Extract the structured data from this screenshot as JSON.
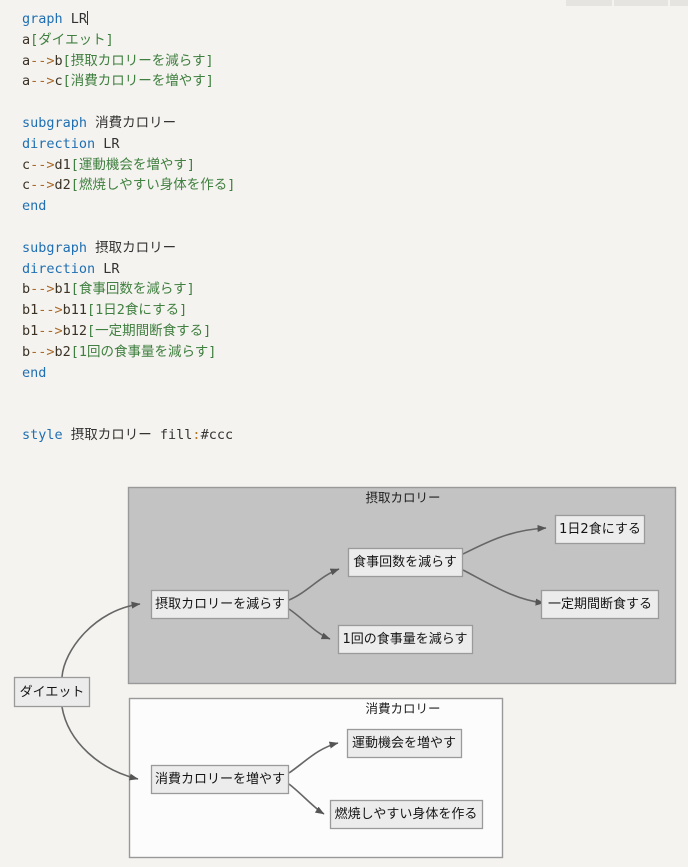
{
  "editor": {
    "lines": [
      {
        "tokens": [
          {
            "t": "kw",
            "v": "graph"
          },
          {
            "t": "plain",
            "v": " LR"
          },
          {
            "t": "caret",
            "v": ""
          }
        ]
      },
      {
        "tokens": [
          {
            "t": "id",
            "v": "a"
          },
          {
            "t": "lbl",
            "v": "[ダイエット]"
          }
        ]
      },
      {
        "tokens": [
          {
            "t": "id",
            "v": "a"
          },
          {
            "t": "arr",
            "v": "-->"
          },
          {
            "t": "id",
            "v": "b"
          },
          {
            "t": "lbl",
            "v": "[摂取カロリーを減らす]"
          }
        ]
      },
      {
        "tokens": [
          {
            "t": "id",
            "v": "a"
          },
          {
            "t": "arr",
            "v": "-->"
          },
          {
            "t": "id",
            "v": "c"
          },
          {
            "t": "lbl",
            "v": "[消費カロリーを増やす]"
          }
        ]
      },
      {
        "tokens": []
      },
      {
        "tokens": [
          {
            "t": "kw",
            "v": "subgraph"
          },
          {
            "t": "plain",
            "v": " 消費カロリー"
          }
        ]
      },
      {
        "tokens": [
          {
            "t": "kw",
            "v": "direction"
          },
          {
            "t": "plain",
            "v": " LR"
          }
        ]
      },
      {
        "tokens": [
          {
            "t": "id",
            "v": "c"
          },
          {
            "t": "arr",
            "v": "-->"
          },
          {
            "t": "id",
            "v": "d1"
          },
          {
            "t": "lbl",
            "v": "[運動機会を増やす]"
          }
        ]
      },
      {
        "tokens": [
          {
            "t": "id",
            "v": "c"
          },
          {
            "t": "arr",
            "v": "-->"
          },
          {
            "t": "id",
            "v": "d2"
          },
          {
            "t": "lbl",
            "v": "[燃焼しやすい身体を作る]"
          }
        ]
      },
      {
        "tokens": [
          {
            "t": "kw",
            "v": "end"
          }
        ]
      },
      {
        "tokens": []
      },
      {
        "tokens": [
          {
            "t": "kw",
            "v": "subgraph"
          },
          {
            "t": "plain",
            "v": " 摂取カロリー"
          }
        ]
      },
      {
        "tokens": [
          {
            "t": "kw",
            "v": "direction"
          },
          {
            "t": "plain",
            "v": " LR"
          }
        ]
      },
      {
        "tokens": [
          {
            "t": "id",
            "v": "b"
          },
          {
            "t": "arr",
            "v": "-->"
          },
          {
            "t": "id",
            "v": "b1"
          },
          {
            "t": "lbl",
            "v": "[食事回数を減らす]"
          }
        ]
      },
      {
        "tokens": [
          {
            "t": "id",
            "v": "b1"
          },
          {
            "t": "arr",
            "v": "-->"
          },
          {
            "t": "id",
            "v": "b11"
          },
          {
            "t": "lbl",
            "v": "[1日2食にする]"
          }
        ]
      },
      {
        "tokens": [
          {
            "t": "id",
            "v": "b1"
          },
          {
            "t": "arr",
            "v": "-->"
          },
          {
            "t": "id",
            "v": "b12"
          },
          {
            "t": "lbl",
            "v": "[一定期間断食する]"
          }
        ]
      },
      {
        "tokens": [
          {
            "t": "id",
            "v": "b"
          },
          {
            "t": "arr",
            "v": "-->"
          },
          {
            "t": "id",
            "v": "b2"
          },
          {
            "t": "lbl",
            "v": "[1回の食事量を減らす]"
          }
        ]
      },
      {
        "tokens": [
          {
            "t": "kw",
            "v": "end"
          }
        ]
      },
      {
        "tokens": []
      },
      {
        "tokens": []
      },
      {
        "tokens": [
          {
            "t": "kw",
            "v": "style"
          },
          {
            "t": "plain",
            "v": " 摂取カロリー fill"
          },
          {
            "t": "punc",
            "v": ":"
          },
          {
            "t": "plain",
            "v": "#ccc"
          }
        ]
      }
    ]
  },
  "diagram": {
    "clusters": [
      {
        "id": "intake",
        "title": "摂取カロリー",
        "fill": "#c3c3c3"
      },
      {
        "id": "burn",
        "title": "消費カロリー",
        "fill": "#fcfcfc"
      }
    ],
    "nodes": [
      {
        "id": "a",
        "label": "ダイエット"
      },
      {
        "id": "b",
        "label": "摂取カロリーを減らす"
      },
      {
        "id": "b1",
        "label": "食事回数を減らす"
      },
      {
        "id": "b11",
        "label": "1日2食にする"
      },
      {
        "id": "b12",
        "label": "一定期間断食する"
      },
      {
        "id": "b2",
        "label": "1回の食事量を減らす"
      },
      {
        "id": "c",
        "label": "消費カロリーを増やす"
      },
      {
        "id": "d1",
        "label": "運動機会を増やす"
      },
      {
        "id": "d2",
        "label": "燃焼しやすい身体を作る"
      }
    ],
    "edges": [
      {
        "from": "a",
        "to": "b"
      },
      {
        "from": "a",
        "to": "c"
      },
      {
        "from": "b",
        "to": "b1"
      },
      {
        "from": "b1",
        "to": "b11"
      },
      {
        "from": "b1",
        "to": "b12"
      },
      {
        "from": "b",
        "to": "b2"
      },
      {
        "from": "c",
        "to": "d1"
      },
      {
        "from": "c",
        "to": "d2"
      }
    ]
  },
  "colors": {
    "background": "#f4f3ef",
    "keyword": "#1f6fb2",
    "label": "#3f7f3f",
    "arrow": "#a9692a",
    "cluster_shaded": "#c3c3c3",
    "node_fill": "#ececec",
    "edge_stroke": "#666666"
  }
}
